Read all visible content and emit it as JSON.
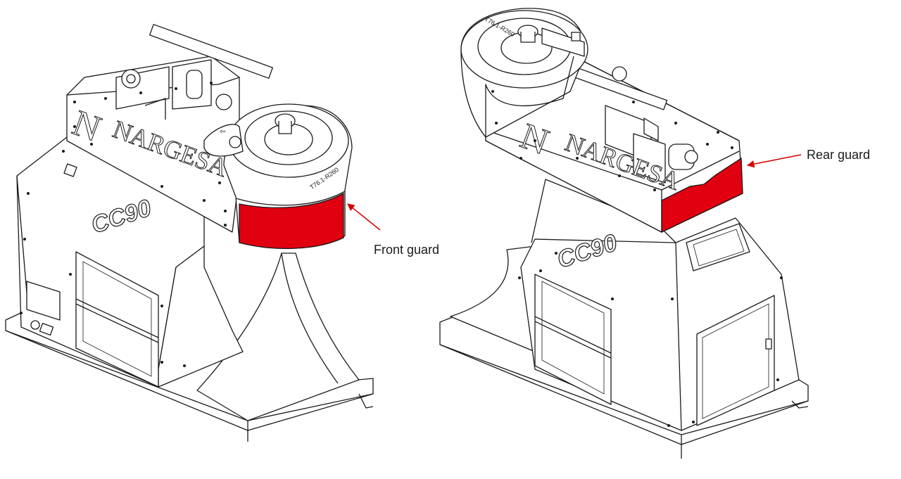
{
  "labels": {
    "front_guard": "Front guard",
    "rear_guard": "Rear guard"
  },
  "machine": {
    "brand_initial": "N",
    "brand_name": "NARGESA",
    "model_logo": "CC90",
    "die_stamp": "T76.1-R260"
  },
  "colors": {
    "guard": "#e0000f",
    "arrow": "#d40000",
    "outline": "#1a1a1a"
  },
  "icons": {
    "arrow": "arrow-icon"
  }
}
